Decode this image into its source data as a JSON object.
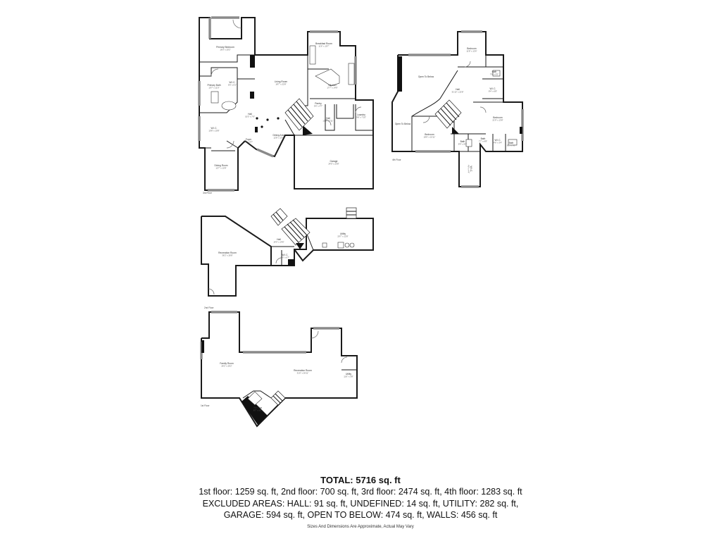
{
  "summary": {
    "total": "TOTAL: 5716 sq. ft",
    "line1": "1st floor: 1259 sq. ft, 2nd floor: 700 sq. ft, 3rd floor: 2474 sq. ft, 4th floor: 1283 sq. ft",
    "line2": "EXCLUDED AREAS: HALL: 91 sq. ft, UNDEFINED: 14 sq. ft, UTILITY: 282 sq. ft,",
    "line3": "GARAGE: 594 sq. ft, OPEN TO BELOW: 474 sq. ft, WALLS: 456 sq. ft",
    "disclaimer": "Sizes And Dimensions Are Approximate, Actual May Vary"
  },
  "floor_labels": {
    "first": "3rd Floor",
    "second": "4th Floor",
    "third": "2nd Floor",
    "fourth": "1st Floor"
  },
  "rooms": {
    "primary_bedroom": {
      "name": "Primary Bedroom",
      "dims": "16'0\" x 20'2\""
    },
    "breakfast_room": {
      "name": "Breakfast Room",
      "dims": "11'6\" x 10'7\""
    },
    "living_room": {
      "name": "Living Room",
      "dims": "18'7\" x 22'8\""
    },
    "kitchen": {
      "name": "Kitchen",
      "dims": "17'7\" x 14'9\""
    },
    "primary_bath": {
      "name": "Primary Bath",
      "dims": "10'7\" x 11'0\""
    },
    "wic_1": {
      "name": "W.I.C.",
      "dims": "5'6\" x 6'1\""
    },
    "hall_1": {
      "name": "Hall",
      "dims": "10'0\" x 7'9\""
    },
    "pantry": {
      "name": "Pantry",
      "dims": "5'6\" x 4'7\""
    },
    "hall_2": {
      "name": "Hall",
      "dims": "13'8\" x 7'11\""
    },
    "laundry": {
      "name": "Laundry",
      "dims": "9'8\" x 7'10\""
    },
    "wic_2": {
      "name": "W.I.C.",
      "dims": "10'8\" x 10'8\""
    },
    "dining_area": {
      "name": "Dining Area",
      "dims": "12'8\" x 13'4\""
    },
    "foyer": {
      "name": "Foyer",
      "dims": "9'6\" x 8'7\""
    },
    "dining_room": {
      "name": "Dining Room",
      "dims": "12'7\" x 12'8\""
    },
    "garage": {
      "name": "Garage",
      "dims": "24'0\" x 23'8\""
    },
    "open_to_below_1": {
      "name": "Open To Below",
      "dims": ""
    },
    "bedroom_1": {
      "name": "Bedroom",
      "dims": "11'8\" x 12'6\""
    },
    "bath_1": {
      "name": "Bath",
      "dims": "7'8\" x 5'5\""
    },
    "hall_3": {
      "name": "Hall",
      "dims": "31'10\" x 22'8\""
    },
    "wic_3": {
      "name": "W.I.C.",
      "dims": "8'4\" x 6'8\""
    },
    "bedroom_2": {
      "name": "Bedroom",
      "dims": "21'9\" x 13'8\""
    },
    "open_to_below_2": {
      "name": "Open To Below",
      "dims": ""
    },
    "bedroom_3": {
      "name": "Bedroom",
      "dims": "18'6\" x 15'11\""
    },
    "bath_2": {
      "name": "Bath",
      "dims": "8'4\" x 5'0\""
    },
    "bath_3": {
      "name": "Bath",
      "dims": "7'7\" x 6'8\""
    },
    "wic_4": {
      "name": "W.I.C.",
      "dims": "4'6\" x 3'4\""
    },
    "bath_4": {
      "name": "Bath",
      "dims": "8'1\" x 7'0\""
    },
    "wic_5": {
      "name": "W.I.C.",
      "dims": "4'8\" x 4'4\""
    },
    "wic_6": {
      "name": "W.I.C.",
      "dims": "14'4\" x 5'11\""
    },
    "utility_1": {
      "name": "Utility",
      "dims": "20'7\" x 12'8\""
    },
    "recreation_room_1": {
      "name": "Recreation Room",
      "dims": "36'2\" x 26'8\""
    },
    "hall_4": {
      "name": "Hall",
      "dims": "14'0\" x 14'6\""
    },
    "wic_7": {
      "name": "W.I.C.",
      "dims": "6'6\" x 6'7\""
    },
    "family_room": {
      "name": "Family Room",
      "dims": "26'2\" x 26'2\""
    },
    "recreation_room_2": {
      "name": "Recreation Room",
      "dims": "31'0\" x 26'11\""
    },
    "utility_2": {
      "name": "Utility",
      "dims": "11'6\" x 3'8\""
    },
    "wet_bar": {
      "name": "Wet Bar",
      "dims": "8'7\" x 5'0\""
    }
  }
}
